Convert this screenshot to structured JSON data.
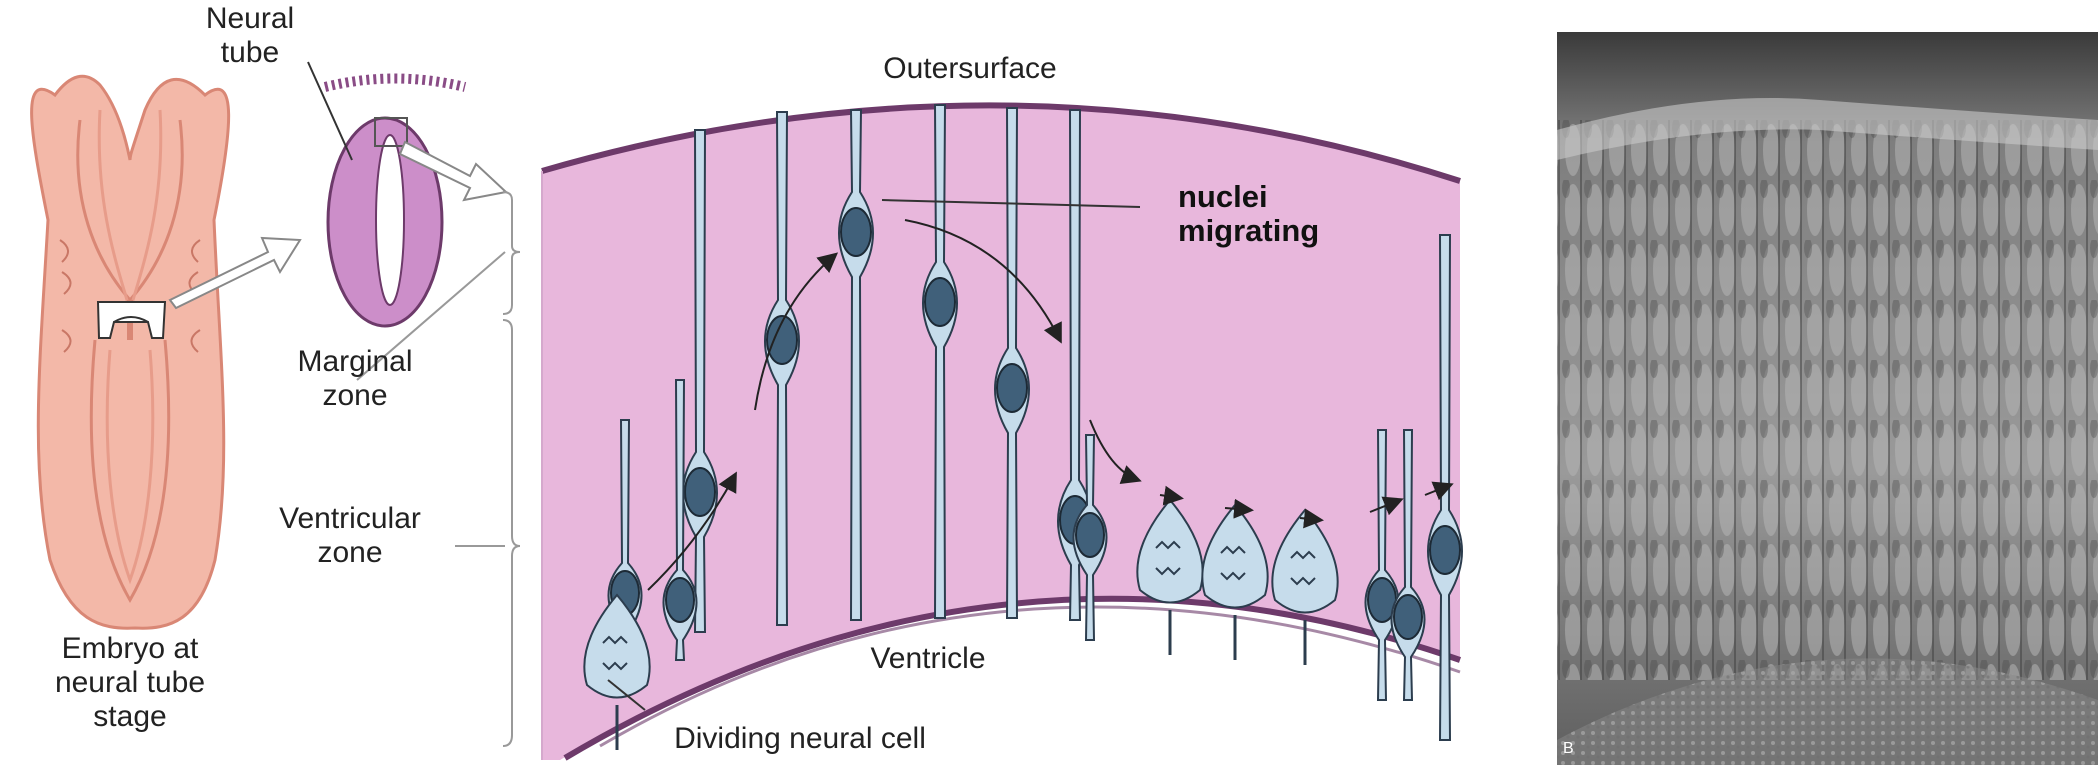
{
  "labels": {
    "neural_tube": [
      "Neural",
      "tube"
    ],
    "outer_surface": "Outersurface",
    "nuclei_migrating": [
      "nuclei",
      "migrating"
    ],
    "marginal_zone": [
      "Marginal",
      "zone"
    ],
    "ventricular_zone": [
      "Ventricular",
      "zone"
    ],
    "ventricle": "Ventricle",
    "embryo": [
      "Embryo at",
      "neural tube",
      "stage"
    ],
    "dividing_cell": "Dividing neural cell",
    "photo_letter": "B"
  },
  "colors": {
    "tissue_pink": "#e8b7dc",
    "membrane": "#6d3a6a",
    "cell_fill": "#c6dceb",
    "cell_stroke": "#2c3d4e",
    "nucleus": "#40607a",
    "embryo": "#f3b8a8",
    "embryo_dark": "#d98775",
    "tube_purple": "#cc8ec9"
  }
}
